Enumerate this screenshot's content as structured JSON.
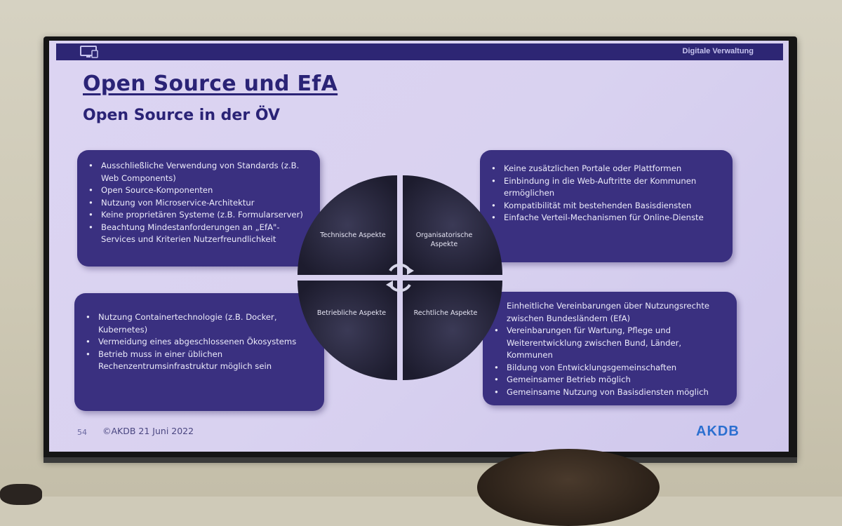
{
  "slide": {
    "header_label": "Digitale Verwaltung",
    "title": "Open Source und EfA",
    "subtitle": "Open Source in der ÖV",
    "footer_page": "54",
    "footer_copyright": "©AKDB 21 Juni 2022",
    "logo_text": "AKDB",
    "logo_color": "#2b6fd0",
    "accent_color": "#2d2674"
  },
  "quadrants": {
    "top_left": "Technische Aspekte",
    "top_right": "Organisatorische Aspekte",
    "bottom_left": "Betriebliche Aspekte",
    "bottom_right": "Rechtliche Aspekte"
  },
  "boxes": {
    "technical": [
      "Ausschließliche Verwendung von Standards (z.B. Web Components)",
      "Open Source-Komponenten",
      "Nutzung von Microservice-Architektur",
      "Keine proprietären Systeme (z.B. Formularserver)",
      "Beachtung Mindestanforderungen an „EfA\"-Services und Kriterien Nutzerfreundlichkeit"
    ],
    "organizational": [
      "Keine zusätzlichen Portale oder Plattformen",
      "Einbindung in die Web-Auftritte der Kommunen ermöglichen",
      "Kompatibilität mit bestehenden Basisdiensten",
      "Einfache Verteil-Mechanismen für Online-Dienste"
    ],
    "operational": [
      "Nutzung Containertechnologie (z.B. Docker, Kubernetes)",
      "Vermeidung eines abgeschlossenen Ökosystems",
      "Betrieb muss in einer üblichen Rechenzentrumsinfrastruktur möglich sein"
    ],
    "legal": [
      "Einheitliche Vereinbarungen über Nutzungsrechte zwischen Bundesländern (EfA)",
      "Vereinbarungen für Wartung, Pflege und Weiterentwicklung zwischen Bund, Länder, Kommunen",
      "Bildung von Entwicklungsgemeinschaften",
      "Gemeinsamer Betrieb möglich",
      "Gemeinsame Nutzung von Basisdiensten möglich"
    ]
  }
}
